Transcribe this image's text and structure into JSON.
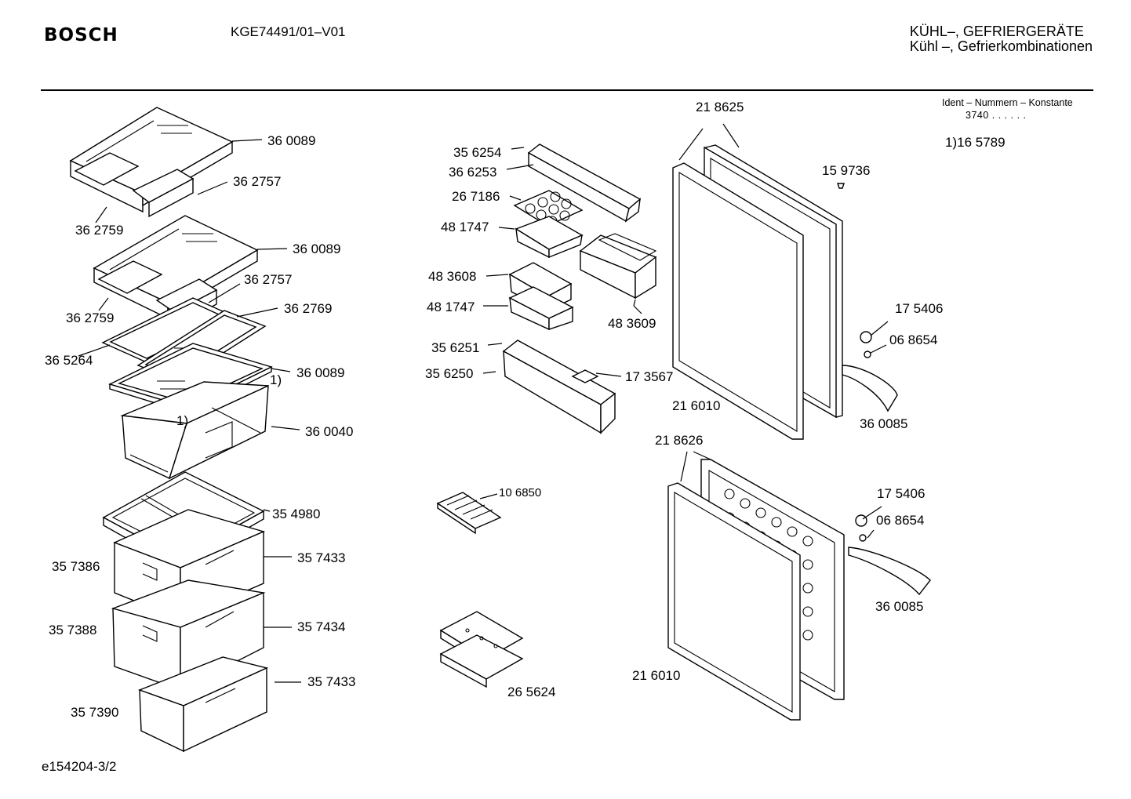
{
  "header": {
    "brand": "BOSCH",
    "model": "KGE74491/01–V01",
    "category_line1": "KÜHL–, GEFRIERGERÄTE",
    "category_line2": "Kühl –, Gefrierkombinationen",
    "ident_header": "Ident – Nummern – Konstante",
    "ident_value": "3740 .  .    .  .  .  .",
    "constant_note": "1)16 5789"
  },
  "footer": {
    "drawing_id": "e154204-3/2"
  },
  "labels": [
    "36 0089",
    "36 2757",
    "36 2759",
    "36 0089",
    "36 2757",
    "36 2759",
    "36 2769",
    "36 5264",
    "36 0089",
    "1)",
    "1)",
    "36 0040",
    "35 4980",
    "35 7433",
    "35 7386",
    "35 7388",
    "35 7434",
    "35 7433",
    "35 7390",
    "35 6254",
    "36 6253",
    "26 7186",
    "48 1747",
    "48 3608",
    "48 1747",
    "48 3609",
    "35 6251",
    "35 6250",
    "17 3567",
    "10 6850",
    "26 5624",
    "21 8625",
    "15 9736",
    "17 5406",
    "06 8654",
    "21 6010",
    "36 0085",
    "21 8626",
    "17 5406",
    "06 8654",
    "36 0085",
    "21 6010"
  ]
}
